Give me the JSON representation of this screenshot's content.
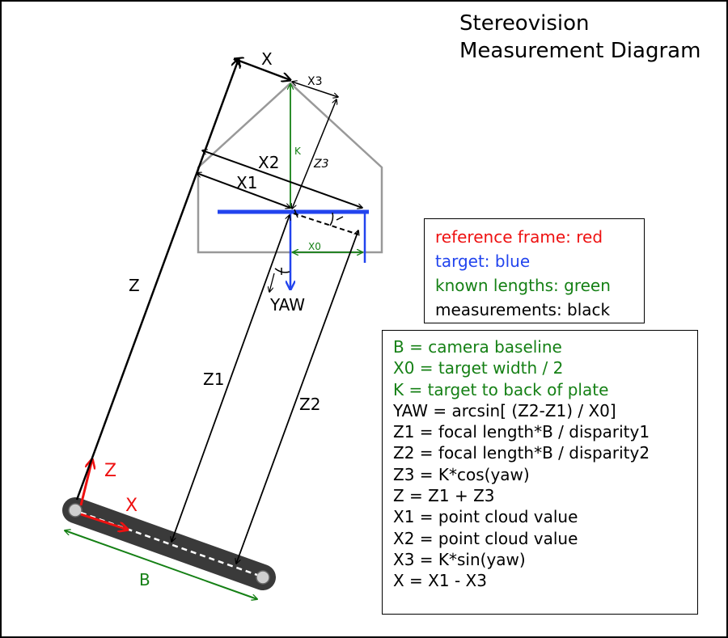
{
  "title": [
    "Stereovision",
    "Measurement Diagram"
  ],
  "colors": {
    "reference": "#ee1111",
    "target": "#2244ee",
    "known": "#158015",
    "measurement": "#000000",
    "plate": "#999999",
    "baseline_bar": "#3a3a3a"
  },
  "legend": [
    {
      "text": "reference frame: red",
      "color": "#ee1111"
    },
    {
      "text": "target: blue",
      "color": "#2244ee"
    },
    {
      "text": "known lengths: green",
      "color": "#158015"
    },
    {
      "text": "measurements: black",
      "color": "#000000"
    }
  ],
  "equations": [
    {
      "text": "B = camera baseline",
      "color": "#158015"
    },
    {
      "text": "X0 = target width / 2",
      "color": "#158015"
    },
    {
      "text": "K = target to back of plate",
      "color": "#158015"
    },
    {
      "text": "YAW = arcsin[ (Z2-Z1) / X0]",
      "color": "#000000"
    },
    {
      "text": "Z1 = focal length*B / disparity1",
      "color": "#000000"
    },
    {
      "text": "Z2 = focal length*B / disparity2",
      "color": "#000000"
    },
    {
      "text": "Z3 = K*cos(yaw)",
      "color": "#000000"
    },
    {
      "text": "Z = Z1 + Z3",
      "color": "#000000"
    },
    {
      "text": "X1 = point cloud value",
      "color": "#000000"
    },
    {
      "text": "X2 = point cloud value",
      "color": "#000000"
    },
    {
      "text": "X3 = K*sin(yaw)",
      "color": "#000000"
    },
    {
      "text": "X = X1 - X3",
      "color": "#000000"
    }
  ],
  "labels": {
    "X": "X",
    "X1": "X1",
    "X2": "X2",
    "X3": "X3",
    "X0": "X0",
    "K": "K",
    "Z": "Z",
    "Z1": "Z1",
    "Z2": "Z2",
    "Z3": "Z3",
    "YAW": "YAW",
    "B": "B",
    "ref_X": "X",
    "ref_Z": "Z"
  }
}
